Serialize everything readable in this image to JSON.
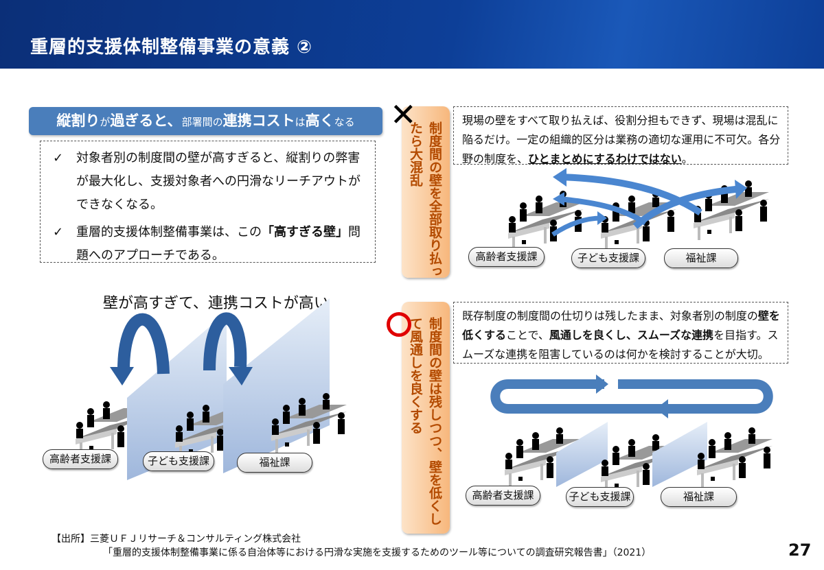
{
  "header": {
    "title": "重層的支援体制整備事業の意義 ②"
  },
  "banner": {
    "parts": [
      "縦割り",
      "が",
      "過ぎると、",
      "部署間の",
      "連携コスト",
      "は",
      "高く",
      "なる"
    ]
  },
  "left_points": [
    {
      "text": "対象者別の制度間の壁が高すぎると、縦割りの弊害が最大化し、支援対象者への円滑なリーチアウトができなくなる。"
    },
    {
      "pre": "重層的支援体制整備事業は、この",
      "bold": "「高すぎる壁」",
      "post": "問題へのアプローチである。"
    }
  ],
  "check_mark": "✓",
  "left_diagram": {
    "headline": "壁が高すぎて、連携コストが高い",
    "labels": [
      "高齢者支援課",
      "子ども支援課",
      "福祉課"
    ]
  },
  "bad_case": {
    "mark": "✕",
    "label": "制度間の壁を全部取り払ったら大混乱",
    "text_pre": "現場の壁をすべて取り払えば、役割分担もできず、現場は混乱に陥るだけ。一定の組織的区分は業務の適切な運用に不可欠。各分野の制度を、",
    "text_underline": "ひとまとめにするわけではない",
    "text_post": "。",
    "labels": [
      "高齢者支援課",
      "子ども支援課",
      "福祉課"
    ]
  },
  "good_case": {
    "mark": "○",
    "label": "制度間の壁は残しつつ、壁を低くして風通しを良くする",
    "t1": "既存制度の制度間の仕切りは残したまま、対象者別の制度の",
    "b1": "壁を低くする",
    "t2": "ことで、",
    "b2": "風通しを良くし、スムーズな連携",
    "t3": "を目指す。スムーズな連携を阻害しているのは何かを検討することが大切。",
    "labels": [
      "高齢者支援課",
      "子ども支援課",
      "福祉課"
    ]
  },
  "footer": {
    "line1": "【出所】三菱ＵＦＪリサーチ＆コンサルティング株式会社",
    "line2": "「重層的支援体制整備事業に係る自治体等における円滑な実施を支援するためのツール等についての調査研究報告書」（2021）"
  },
  "page_number": "27",
  "colors": {
    "header": "#0d3f98",
    "banner": "#4a7ebb",
    "orange": "#f7b77c",
    "arrow": "#4a86d0",
    "cross": "#000000",
    "circle": "#e00000"
  }
}
